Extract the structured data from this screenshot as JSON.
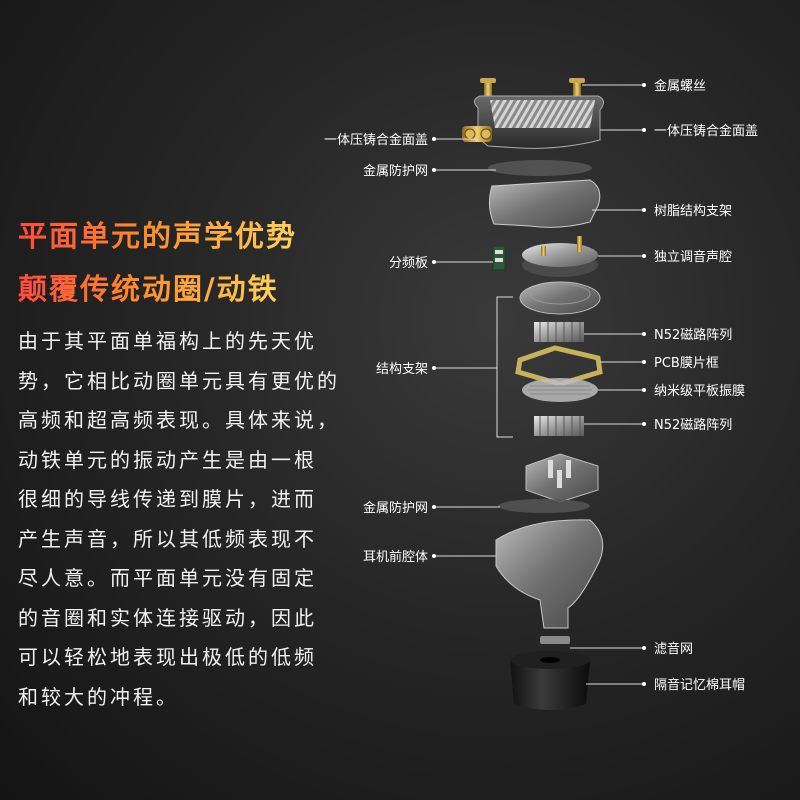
{
  "headline": {
    "line1": "平面单元的声学优势",
    "line2": "颠覆传统动圈/动铁"
  },
  "body_lines": [
    "由于其平面单福构上的先天优",
    "势，它相比动圈单元具有更优的",
    "高频和超高频表现。具体来说，",
    "动铁单元的振动产生是由一根",
    "很细的导线传递到膜片，进而",
    "产生声音，所以其低频表现不",
    "尽人意。而平面单元没有固定",
    "的音圈和实体连接驱动，因此",
    "可以轻松地表现出极低的低频",
    "和较大的冲程。"
  ],
  "labels": {
    "metal_screw": "金属螺丝",
    "die_cast_cover_left": "一体压铸合金面盖",
    "die_cast_cover_right": "一体压铸合金面盖",
    "metal_mesh_top": "金属防护网",
    "resin_bracket": "树脂结构支架",
    "crossover_board": "分频板",
    "tuning_chamber": "独立调音声腔",
    "structure_bracket": "结构支架",
    "n52_magnet_top": "N52磁路阵列",
    "pcb_frame": "PCB膜片框",
    "nano_diaphragm": "纳米级平板振膜",
    "n52_magnet_bottom": "N52磁路阵列",
    "metal_mesh_bottom": "金属防护网",
    "front_cavity": "耳机前腔体",
    "filter_mesh": "滤音网",
    "memory_foam_tip": "隔音记忆棉耳帽"
  }
}
